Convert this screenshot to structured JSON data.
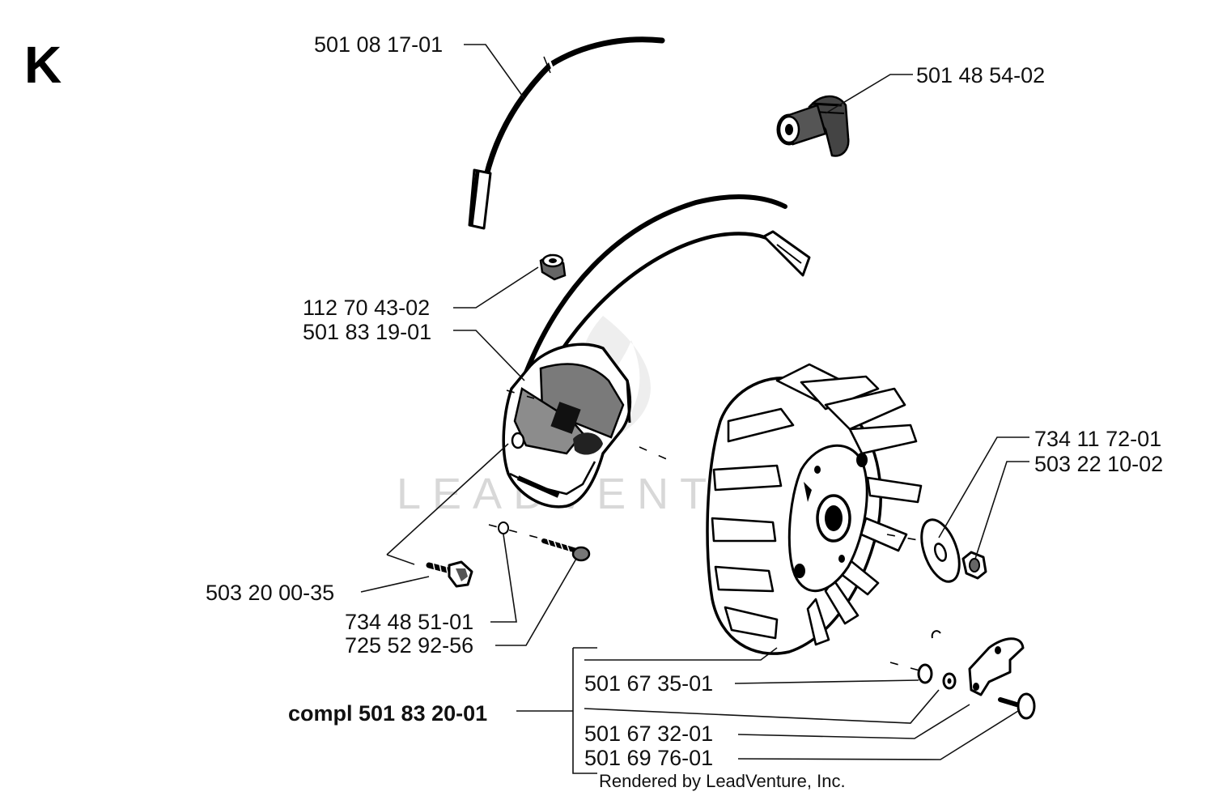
{
  "section_letter": "K",
  "watermark": "LEADVENTURE",
  "footer": "Rendered by LeadVenture, Inc.",
  "parts": {
    "p1": "501 08 17-01",
    "p2": "501 48 54-02",
    "p3": "112 70 43-02",
    "p4": "501 83 19-01",
    "p5": "734 11 72-01",
    "p6": "503 22 10-02",
    "p7": "503 20 00-35",
    "p8": "734 48 51-01",
    "p9": "725 52 92-56",
    "p10": "501 67 35-01",
    "p11": "501 67 32-01",
    "p12": "501 69 76-01",
    "assembly": "compl 501 83 20-01"
  }
}
